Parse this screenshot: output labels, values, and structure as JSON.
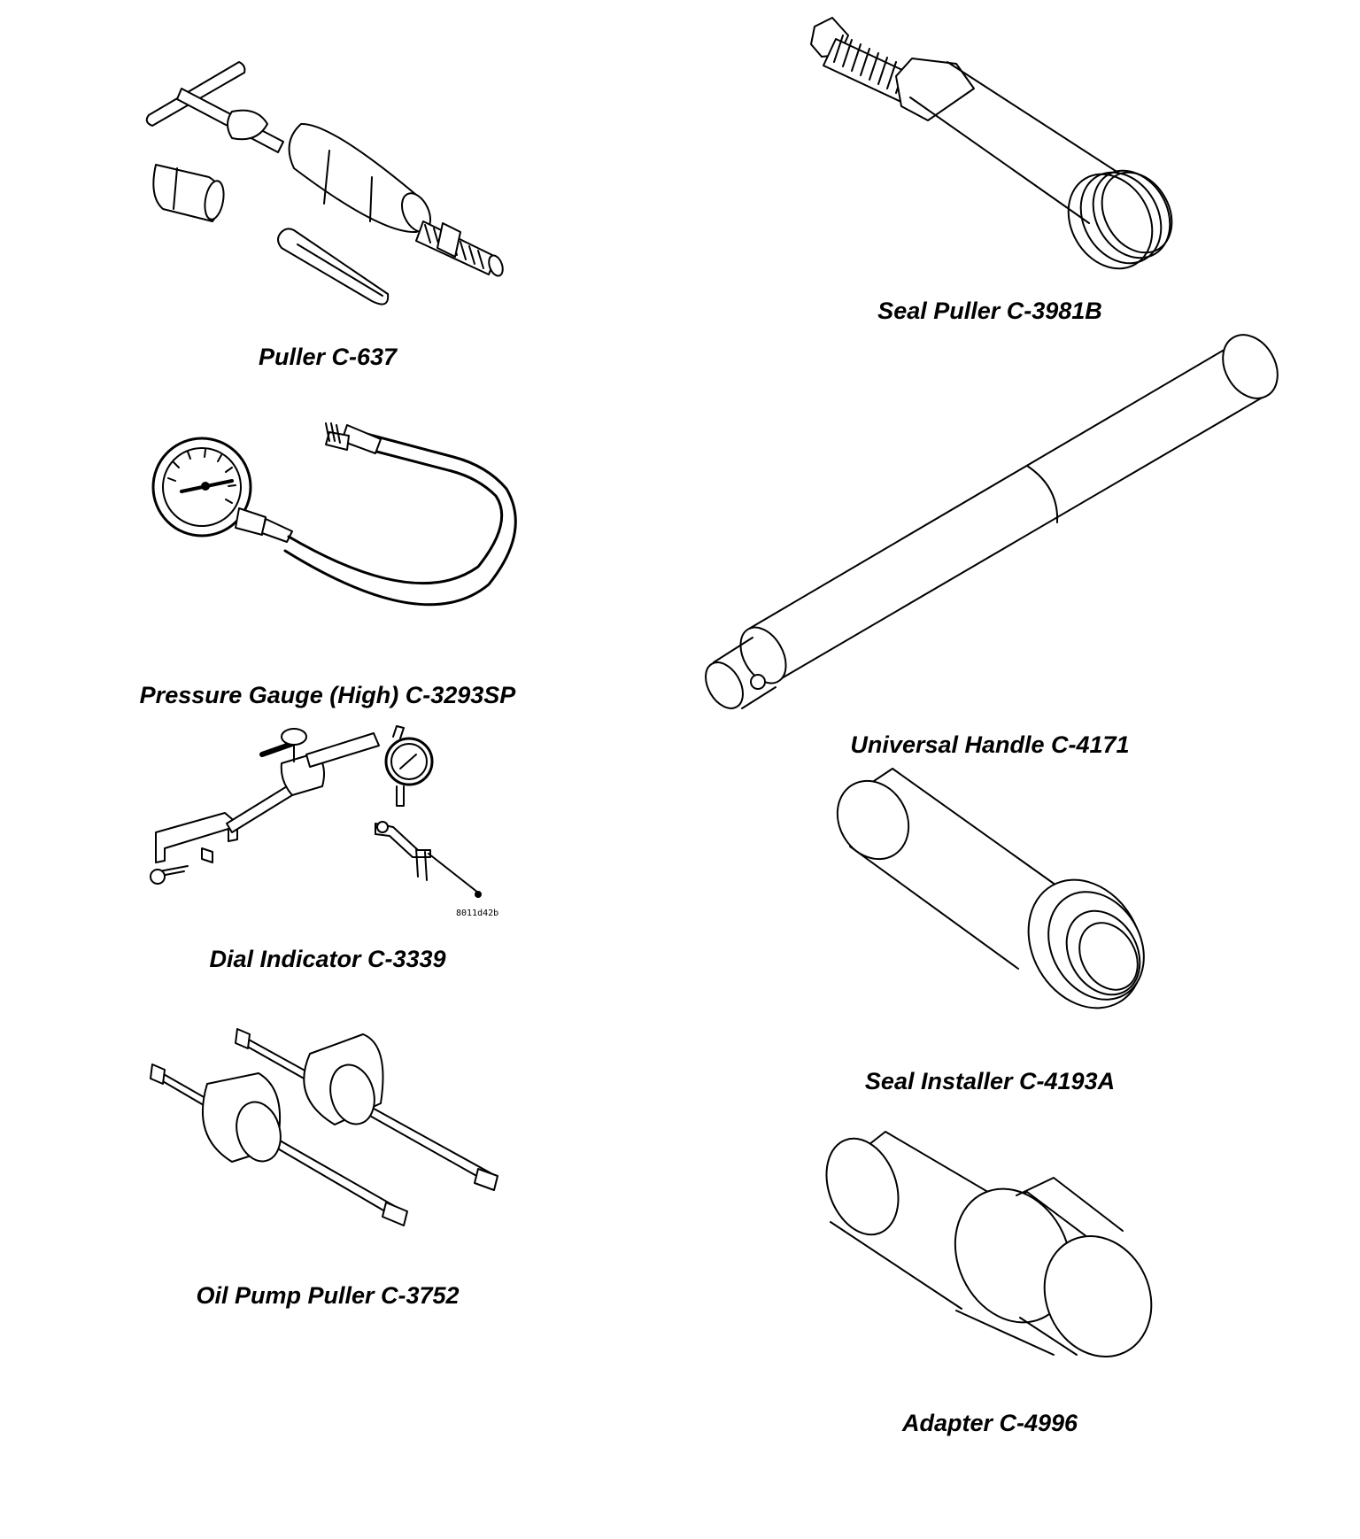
{
  "tools": [
    {
      "id": "puller",
      "caption": "Puller C-637",
      "icon": "puller-icon"
    },
    {
      "id": "pressure-gauge",
      "caption": "Pressure Gauge (High) C-3293SP",
      "icon": "pressure-gauge-icon"
    },
    {
      "id": "dial-indicator",
      "caption": "Dial Indicator C-3339",
      "icon": "dial-indicator-icon",
      "figure_code": "8011d42b"
    },
    {
      "id": "oil-pump-puller",
      "caption": "Oil Pump Puller C-3752",
      "icon": "oil-pump-puller-icon"
    },
    {
      "id": "seal-puller",
      "caption": "Seal Puller C-3981B",
      "icon": "seal-puller-icon"
    },
    {
      "id": "universal-handle",
      "caption": "Universal Handle C-4171",
      "icon": "universal-handle-icon"
    },
    {
      "id": "seal-installer",
      "caption": "Seal Installer C-4193A",
      "icon": "seal-installer-icon"
    },
    {
      "id": "adapter",
      "caption": "Adapter C-4996",
      "icon": "adapter-icon"
    }
  ]
}
